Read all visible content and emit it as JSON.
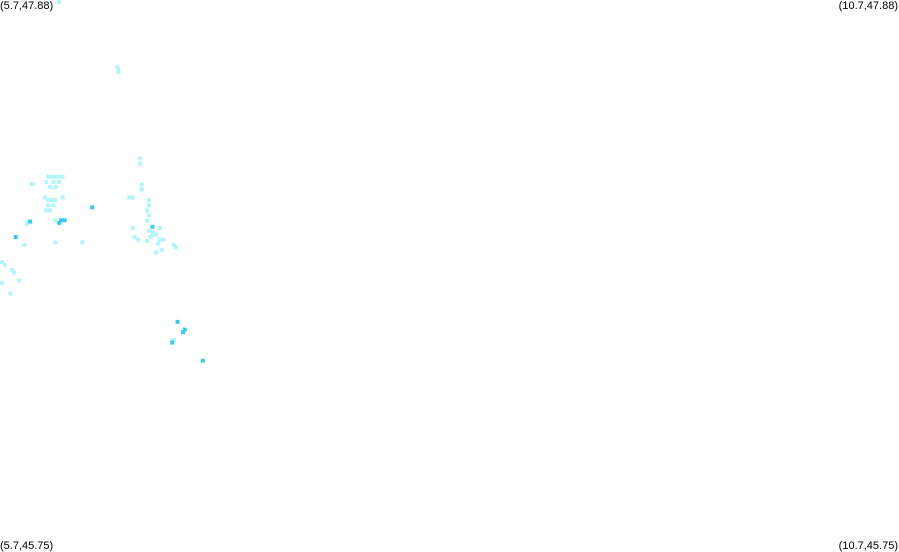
{
  "corners": {
    "top_left": "(5.7,47.88)",
    "top_right": "(10.7,47.88)",
    "bottom_left": "(5.7,45.75)",
    "bottom_right": "(10.7,45.75)"
  },
  "extent": {
    "lon_min": 5.7,
    "lon_max": 10.7,
    "lat_min": 45.75,
    "lat_max": 47.88
  },
  "colors": {
    "light": "#b3f5fb",
    "mid": "#7ee6f5",
    "dark": "#3fc8ee"
  },
  "features": [
    {
      "lon": 6.028,
      "lat": 47.878,
      "shade": "light"
    },
    {
      "lon": 6.352,
      "lat": 47.622,
      "shade": "light"
    },
    {
      "lon": 6.358,
      "lat": 47.612,
      "shade": "light"
    },
    {
      "lon": 6.358,
      "lat": 47.602,
      "shade": "light"
    },
    {
      "lon": 5.878,
      "lat": 47.17,
      "shade": "light"
    },
    {
      "lon": 5.968,
      "lat": 47.198,
      "shade": "light"
    },
    {
      "lon": 5.988,
      "lat": 47.198,
      "shade": "light"
    },
    {
      "lon": 6.008,
      "lat": 47.198,
      "shade": "light"
    },
    {
      "lon": 6.028,
      "lat": 47.198,
      "shade": "light"
    },
    {
      "lon": 6.048,
      "lat": 47.198,
      "shade": "light"
    },
    {
      "lon": 5.958,
      "lat": 47.178,
      "shade": "light"
    },
    {
      "lon": 5.998,
      "lat": 47.178,
      "shade": "light"
    },
    {
      "lon": 6.028,
      "lat": 47.178,
      "shade": "light"
    },
    {
      "lon": 5.978,
      "lat": 47.158,
      "shade": "light"
    },
    {
      "lon": 6.008,
      "lat": 47.158,
      "shade": "light"
    },
    {
      "lon": 5.948,
      "lat": 47.118,
      "shade": "light"
    },
    {
      "lon": 5.968,
      "lat": 47.108,
      "shade": "light"
    },
    {
      "lon": 5.988,
      "lat": 47.108,
      "shade": "light"
    },
    {
      "lon": 6.008,
      "lat": 47.108,
      "shade": "light"
    },
    {
      "lon": 6.048,
      "lat": 47.118,
      "shade": "light"
    },
    {
      "lon": 5.968,
      "lat": 47.088,
      "shade": "light"
    },
    {
      "lon": 5.998,
      "lat": 47.088,
      "shade": "light"
    },
    {
      "lon": 5.958,
      "lat": 47.068,
      "shade": "light"
    },
    {
      "lon": 5.978,
      "lat": 47.068,
      "shade": "light"
    },
    {
      "lon": 6.008,
      "lat": 47.03,
      "shade": "light"
    },
    {
      "lon": 6.04,
      "lat": 47.03,
      "shade": "dark"
    },
    {
      "lon": 6.06,
      "lat": 47.03,
      "shade": "dark"
    },
    {
      "lon": 6.03,
      "lat": 47.02,
      "shade": "dark"
    },
    {
      "lon": 6.213,
      "lat": 47.08,
      "shade": "dark"
    },
    {
      "lon": 5.858,
      "lat": 47.025,
      "shade": "light"
    },
    {
      "lon": 5.848,
      "lat": 47.015,
      "shade": "light"
    },
    {
      "lon": 5.868,
      "lat": 47.025,
      "shade": "dark"
    },
    {
      "lon": 5.788,
      "lat": 46.965,
      "shade": "dark"
    },
    {
      "lon": 5.838,
      "lat": 46.935,
      "shade": "light"
    },
    {
      "lon": 6.008,
      "lat": 46.945,
      "shade": "light"
    },
    {
      "lon": 6.158,
      "lat": 46.945,
      "shade": "light"
    },
    {
      "lon": 6.478,
      "lat": 47.268,
      "shade": "light"
    },
    {
      "lon": 6.478,
      "lat": 47.248,
      "shade": "light"
    },
    {
      "lon": 6.488,
      "lat": 47.168,
      "shade": "light"
    },
    {
      "lon": 6.488,
      "lat": 47.148,
      "shade": "light"
    },
    {
      "lon": 6.418,
      "lat": 47.118,
      "shade": "light"
    },
    {
      "lon": 6.438,
      "lat": 47.118,
      "shade": "light"
    },
    {
      "lon": 6.528,
      "lat": 47.108,
      "shade": "light"
    },
    {
      "lon": 6.528,
      "lat": 47.088,
      "shade": "light"
    },
    {
      "lon": 6.518,
      "lat": 47.068,
      "shade": "light"
    },
    {
      "lon": 6.528,
      "lat": 47.048,
      "shade": "light"
    },
    {
      "lon": 6.518,
      "lat": 47.028,
      "shade": "light"
    },
    {
      "lon": 6.438,
      "lat": 47.0,
      "shade": "light"
    },
    {
      "lon": 6.548,
      "lat": 47.005,
      "shade": "dark"
    },
    {
      "lon": 6.588,
      "lat": 47.0,
      "shade": "light"
    },
    {
      "lon": 6.528,
      "lat": 46.99,
      "shade": "light"
    },
    {
      "lon": 6.548,
      "lat": 46.985,
      "shade": "light"
    },
    {
      "lon": 6.548,
      "lat": 46.975,
      "shade": "light"
    },
    {
      "lon": 6.568,
      "lat": 46.975,
      "shade": "light"
    },
    {
      "lon": 6.538,
      "lat": 46.965,
      "shade": "light"
    },
    {
      "lon": 6.448,
      "lat": 46.965,
      "shade": "light"
    },
    {
      "lon": 6.468,
      "lat": 46.955,
      "shade": "light"
    },
    {
      "lon": 6.518,
      "lat": 46.95,
      "shade": "light"
    },
    {
      "lon": 6.588,
      "lat": 46.955,
      "shade": "light"
    },
    {
      "lon": 6.608,
      "lat": 46.955,
      "shade": "light"
    },
    {
      "lon": 6.578,
      "lat": 46.94,
      "shade": "light"
    },
    {
      "lon": 6.668,
      "lat": 46.935,
      "shade": "light"
    },
    {
      "lon": 6.678,
      "lat": 46.925,
      "shade": "light"
    },
    {
      "lon": 6.598,
      "lat": 46.915,
      "shade": "light"
    },
    {
      "lon": 6.568,
      "lat": 46.905,
      "shade": "light"
    },
    {
      "lon": 5.708,
      "lat": 46.868,
      "shade": "light"
    },
    {
      "lon": 5.728,
      "lat": 46.858,
      "shade": "light"
    },
    {
      "lon": 5.768,
      "lat": 46.838,
      "shade": "light"
    },
    {
      "lon": 5.778,
      "lat": 46.828,
      "shade": "light"
    },
    {
      "lon": 5.808,
      "lat": 46.798,
      "shade": "light"
    },
    {
      "lon": 5.708,
      "lat": 46.788,
      "shade": "light"
    },
    {
      "lon": 5.758,
      "lat": 46.748,
      "shade": "light"
    },
    {
      "lon": 6.688,
      "lat": 46.638,
      "shade": "dark"
    },
    {
      "lon": 6.728,
      "lat": 46.608,
      "shade": "dark"
    },
    {
      "lon": 6.718,
      "lat": 46.598,
      "shade": "dark"
    },
    {
      "lon": 6.658,
      "lat": 46.568,
      "shade": "light"
    },
    {
      "lon": 6.668,
      "lat": 46.568,
      "shade": "light"
    },
    {
      "lon": 6.658,
      "lat": 46.558,
      "shade": "dark"
    },
    {
      "lon": 6.828,
      "lat": 46.488,
      "shade": "dark"
    }
  ]
}
